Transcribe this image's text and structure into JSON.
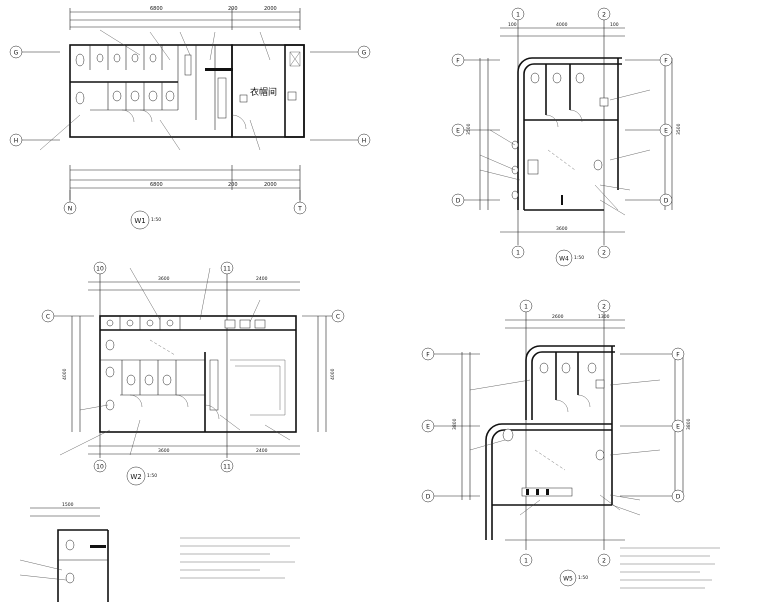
{
  "plans": {
    "w1": {
      "label": "W1",
      "scale": "1:50",
      "room": "衣帽间",
      "dims_top": [
        "6800",
        "200",
        "2000"
      ],
      "dims_bottom": [
        "6800",
        "200",
        "2000"
      ],
      "axis_left": [
        "G",
        "H"
      ],
      "axis_right": [
        "G",
        "H"
      ],
      "axis_bottom": [
        "N",
        "T"
      ]
    },
    "w2": {
      "label": "W2",
      "scale": "1:50",
      "dims_top": [
        "3600",
        "2400"
      ],
      "dims_bottom": [
        "3600",
        "2400"
      ],
      "axis_top": [
        "10",
        "11"
      ],
      "axis_bottom": [
        "10",
        "11"
      ],
      "axis_left": [
        "C"
      ],
      "axis_right": [
        "C"
      ],
      "dim_left": "4000",
      "dim_right": "4000"
    },
    "w4": {
      "label": "W4",
      "scale": "1:50",
      "dims_top": [
        "100",
        "4000",
        "100"
      ],
      "dim_bottom": "3600",
      "axis_top": [
        "1",
        "2"
      ],
      "axis_bottom": [
        "1",
        "2"
      ],
      "axis_left": [
        "F",
        "E",
        "D"
      ],
      "axis_right": [
        "F",
        "E",
        "D"
      ],
      "dim_left": "3500",
      "dim_right": "3500"
    },
    "w5": {
      "label": "W5",
      "scale": "1:50",
      "dims_top": [
        "2600",
        "1300"
      ],
      "axis_top": [
        "1",
        "2"
      ],
      "axis_bottom": [
        "1",
        "2"
      ],
      "axis_left": [
        "F",
        "E",
        "D"
      ],
      "axis_right": [
        "F",
        "E",
        "D"
      ],
      "dim_left": "3800",
      "dim_right": "3800"
    },
    "partial": {
      "dims_top": [
        "1500"
      ]
    }
  }
}
